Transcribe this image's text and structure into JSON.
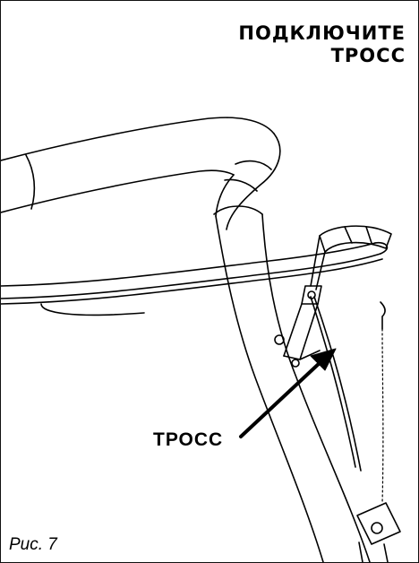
{
  "heading": {
    "line1": "ПОДКЛЮЧИТЕ",
    "line2": "ТРОСС"
  },
  "callout": {
    "label": "ТРОСС"
  },
  "figure": {
    "caption": "Рис. 7"
  },
  "colors": {
    "ink": "#000000",
    "paper": "#ffffff"
  }
}
